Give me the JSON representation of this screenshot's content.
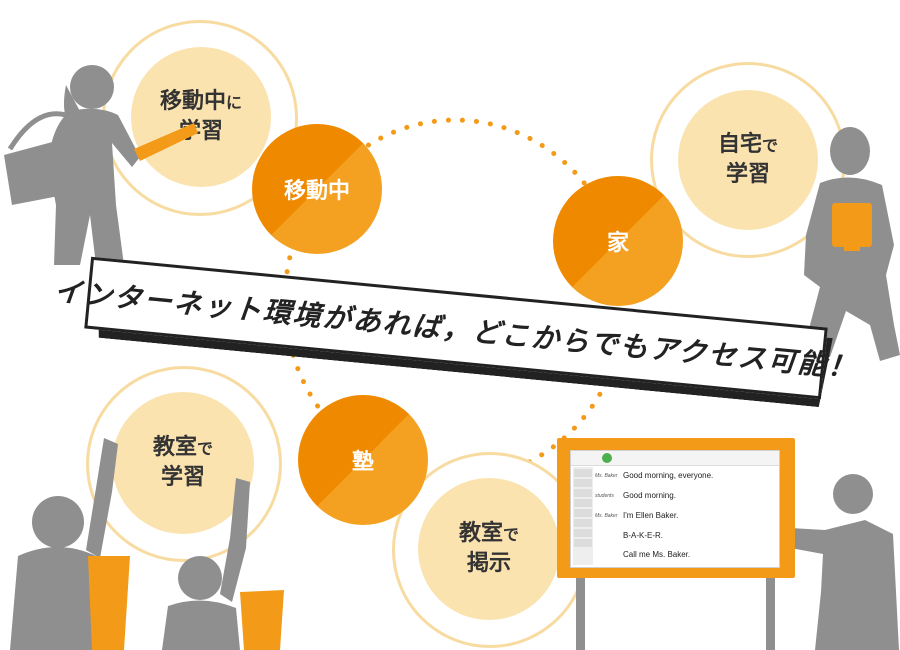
{
  "hubs": {
    "moving": "移動中",
    "home": "家",
    "juku": "塾"
  },
  "bubbles": {
    "moving_line1": "移動中",
    "moving_particle": "に",
    "moving_line2": "学習",
    "home_line1": "自宅",
    "home_particle": "で",
    "home_line2": "学習",
    "class_line1": "教室",
    "class_particle": "で",
    "class_line2": "学習",
    "board_line1": "教室",
    "board_particle": "で",
    "board_line2": "掲示"
  },
  "banner": "インターネット環境があれば，どこからでもアクセス可能！",
  "board": {
    "lines": [
      {
        "speaker": "Ms. Baker",
        "text": "Good morning, everyone."
      },
      {
        "speaker": "students",
        "text": "Good morning."
      },
      {
        "speaker": "Ms. Baker",
        "text": "I'm Ellen Baker."
      },
      {
        "speaker": "",
        "text": "B-A-K-E-R."
      },
      {
        "speaker": "",
        "text": "Call me Ms. Baker."
      }
    ]
  },
  "colors": {
    "orange": "#ef8a00",
    "orange_light": "#f4a020",
    "cream": "#fbe3b0",
    "ring": "#f7dba1",
    "silhouette": "#8f8f8f"
  }
}
